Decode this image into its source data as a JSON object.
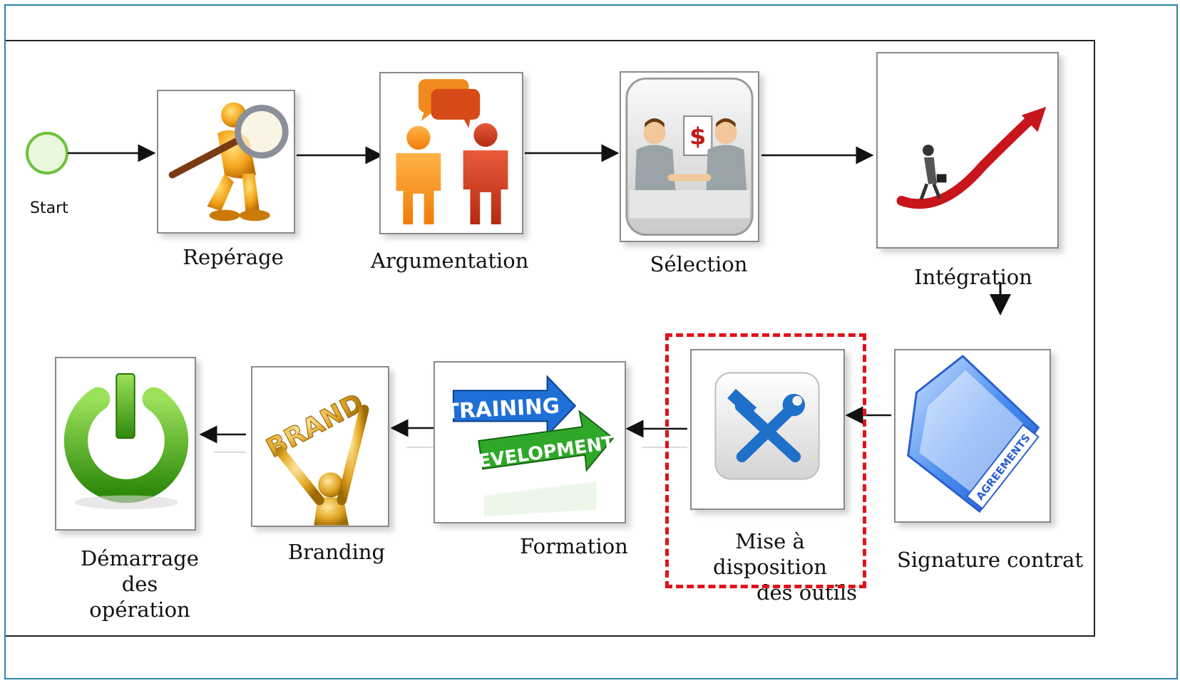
{
  "start": {
    "label": "Start"
  },
  "steps_top": [
    {
      "label": "Repérage",
      "icon": "magnifier-figure-icon"
    },
    {
      "label": "Argumentation",
      "icon": "speech-people-icon"
    },
    {
      "label": "Sélection",
      "icon": "negotiation-icon"
    },
    {
      "label": "Intégration",
      "icon": "growth-arrow-icon"
    }
  ],
  "steps_bottom": [
    {
      "label": "Signature contrat",
      "icon": "agreements-folder-icon"
    },
    {
      "label_line1": "Mise à disposition",
      "label_line2": "des outils",
      "icon": "tools-icon"
    },
    {
      "label": "Formation",
      "icon": "training-development-icon",
      "badge_line1": "TRAINING",
      "badge_line2": "DEVELOPMENT"
    },
    {
      "label": "Branding",
      "icon": "brand-figure-icon",
      "badge": "BRAND"
    },
    {
      "label_line1": "Démarrage des",
      "label_line2": "opération",
      "icon": "power-icon"
    }
  ],
  "agreements_text": "AGREEMENTS",
  "colors": {
    "highlight": "#e0121a",
    "frame": "#2a86a8",
    "start_fill": "#eaf7dc",
    "start_stroke": "#6cc23a"
  }
}
